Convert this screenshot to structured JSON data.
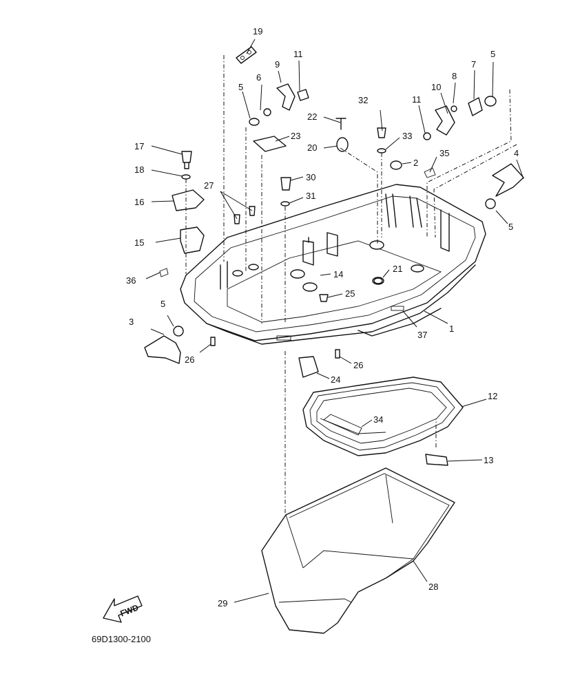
{
  "diagram": {
    "code": "69D1300-2100",
    "direction_label": "FWD",
    "callouts": [
      "1",
      "2",
      "3",
      "4",
      "5",
      "5",
      "5",
      "5",
      "6",
      "7",
      "8",
      "9",
      "10",
      "11",
      "11",
      "12",
      "13",
      "14",
      "15",
      "16",
      "17",
      "18",
      "19",
      "20",
      "21",
      "22",
      "23",
      "24",
      "25",
      "26",
      "26",
      "27",
      "28",
      "29",
      "30",
      "31",
      "32",
      "33",
      "34",
      "35",
      "36",
      "37"
    ]
  }
}
